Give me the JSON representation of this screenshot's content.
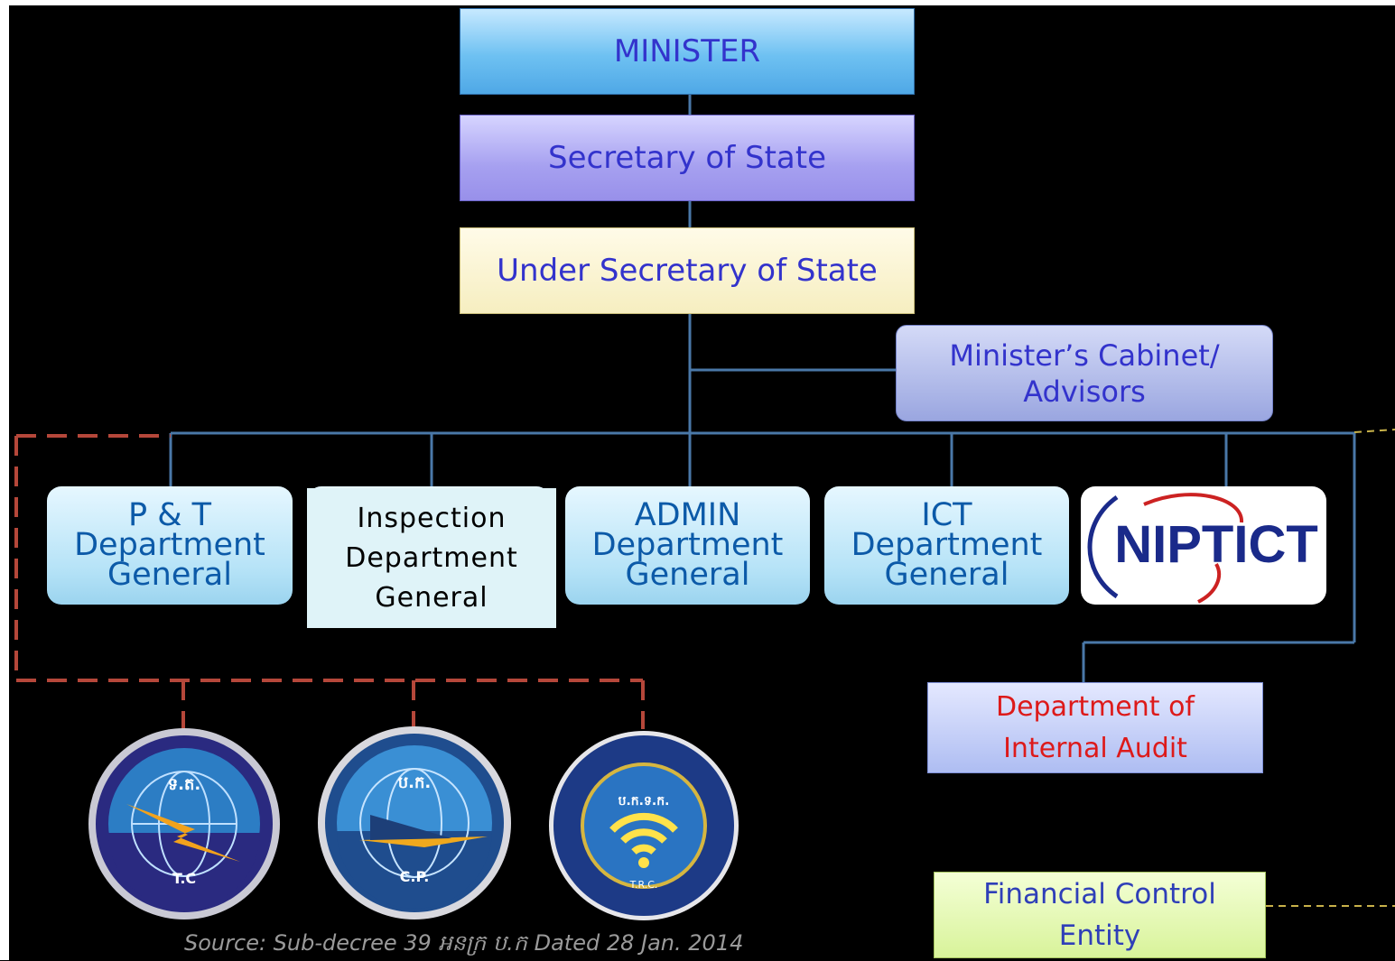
{
  "nodes": {
    "minister": "MINISTER",
    "secretary_of_state": "Secretary of State",
    "under_secretary": "Under Secretary of State",
    "cabinet_line1": "Minister’s Cabinet/",
    "cabinet_line2": "Advisors",
    "pt": [
      "P & T",
      "Department",
      "General"
    ],
    "inspection": [
      "Inspection",
      "Department",
      "General"
    ],
    "admin": [
      "ADMIN",
      "Department",
      "General"
    ],
    "ict": [
      "ICT",
      "Department",
      "General"
    ],
    "niptict_logo_text": "NIPTICT",
    "audit": [
      "Department of",
      "Internal Audit"
    ],
    "financial": [
      "Financial Control",
      "Entity"
    ]
  },
  "logos": {
    "tc_seal_text": "ទ.ត.",
    "tc_seal_bottom": "T.C",
    "cp_seal_text": "ប.ក.",
    "cp_seal_bottom": "C.P.",
    "trc_seal_text": "ប.ក.ទ.ក.",
    "trc_seal_bottom": "T.R.C."
  },
  "source": "Source: Sub-decree 39  អនក្រ ប.ក  Dated 28  Jan. 2014",
  "colors": {
    "connector": "#4a78a8",
    "dashed_red": "#b5473a",
    "dashed_yellow": "#c8b24a"
  }
}
